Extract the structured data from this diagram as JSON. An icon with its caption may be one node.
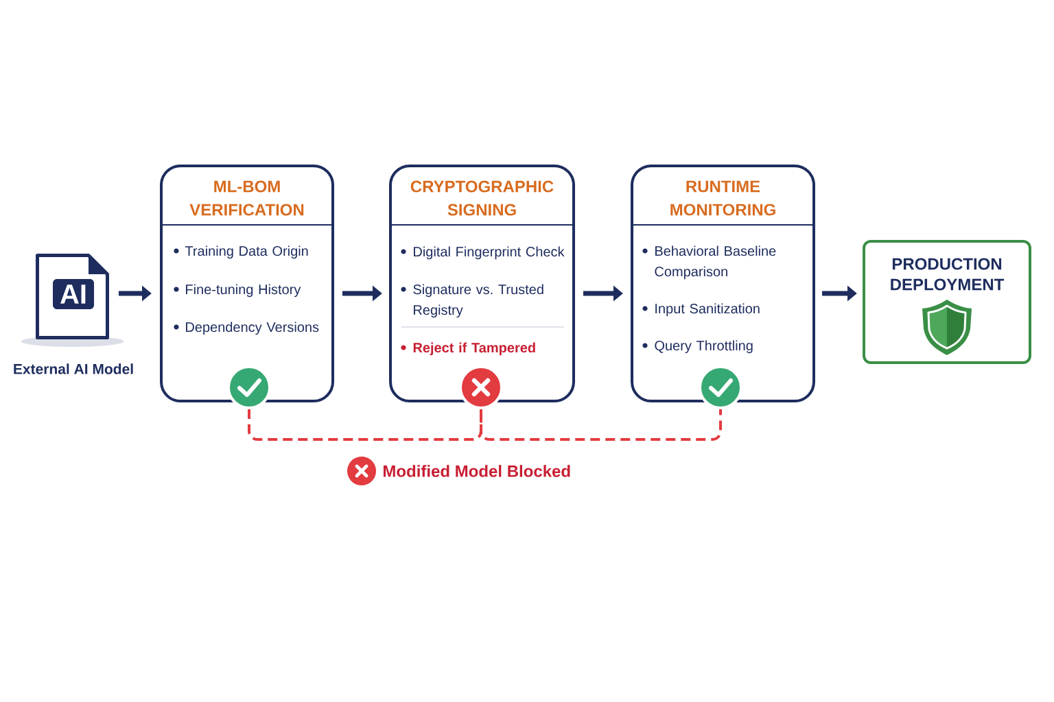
{
  "diagram": {
    "nodes": [
      {
        "text": [
          "AI"
        ],
        "beside": [
          "External AI Model"
        ]
      },
      {
        "text": [
          "ML-BOM VERIFICATION",
          "Training Data Origin",
          "Fine-tuning History",
          "Dependency Versions"
        ]
      },
      {
        "text": [
          "CRYPTOGRAPHIC SIGNING",
          "Digital Fingerprint Check",
          "Signature vs. Trusted Registry",
          "Reject if Tampered"
        ]
      },
      {
        "text": [
          "RUNTIME MONITORING",
          "Behavioral Baseline Comparison",
          "Input Sanitization",
          "Query Throttling"
        ]
      },
      {
        "text": [
          "PRODUCTION DEPLOYMENT"
        ]
      },
      {
        "text": [],
        "shape": "circle"
      },
      {
        "text": [],
        "shape": "circle"
      },
      {
        "text": [],
        "shape": "circle"
      }
    ],
    "edges": [
      {
        "from": 0,
        "to": 1,
        "arrow": "to"
      },
      {
        "from": 1,
        "to": 2,
        "arrow": "to"
      },
      {
        "from": 2,
        "to": 3,
        "arrow": "to"
      },
      {
        "from": 3,
        "to": 4,
        "arrow": "to"
      },
      {
        "from": 5,
        "to": 6,
        "arrow": "none",
        "style": "dashed",
        "color": "#e23b40"
      },
      {
        "from": 6,
        "to": 7,
        "arrow": "none",
        "style": "dashed",
        "color": "#e23b40"
      }
    ],
    "labels": [
      "Modified Model Blocked"
    ]
  }
}
